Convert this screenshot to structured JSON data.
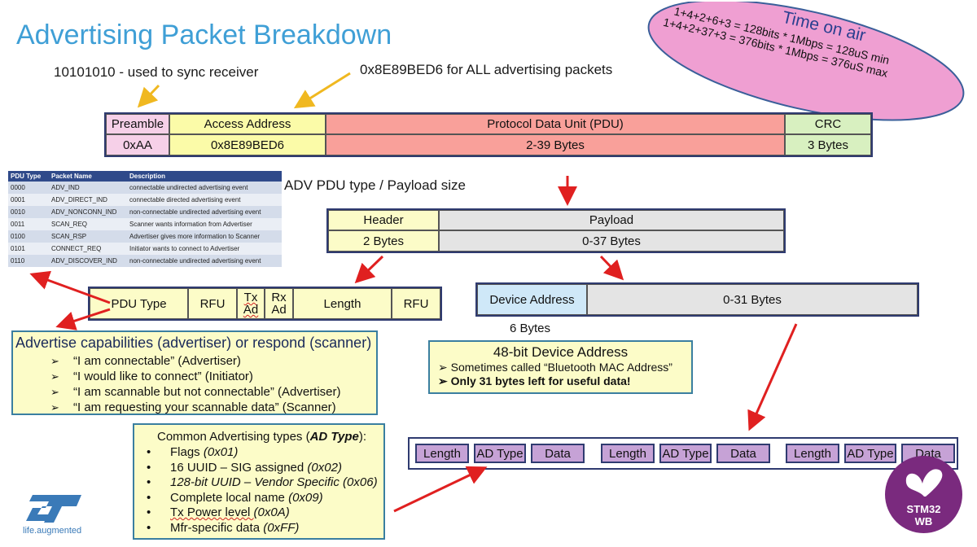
{
  "title": "Advertising Packet Breakdown",
  "notes": {
    "sync": "10101010 - used to sync receiver",
    "access": "0x8E89BED6 for ALL advertising packets",
    "adv_pdu": "ADV PDU type / Payload size",
    "six_bytes": "6 Bytes"
  },
  "time_on_air": {
    "title": "Time on air",
    "line1": "1+4+2+6+3 = 128bits * 1Mbps = 128uS min",
    "line2": "1+4+2+37+3 = 376bits * 1Mbps = 376uS max"
  },
  "packet": {
    "preamble": "Preamble",
    "preamble_val": "0xAA",
    "access": "Access Address",
    "access_val": "0x8E89BED6",
    "pdu": "Protocol Data Unit (PDU)",
    "pdu_val": "2-39 Bytes",
    "crc": "CRC",
    "crc_val": "3 Bytes"
  },
  "pdu_table": {
    "headers": [
      "PDU Type",
      "Packet Name",
      "Description"
    ],
    "rows": [
      [
        "0000",
        "ADV_IND",
        "connectable undirected advertising event"
      ],
      [
        "0001",
        "ADV_DIRECT_IND",
        "connectable directed advertising event"
      ],
      [
        "0010",
        "ADV_NONCONN_IND",
        "non-connectable undirected advertising event"
      ],
      [
        "0011",
        "SCAN_REQ",
        "Scanner wants information from Advertiser"
      ],
      [
        "0100",
        "SCAN_RSP",
        "Advertiser gives more information to Scanner"
      ],
      [
        "0101",
        "CONNECT_REQ",
        "Initiator wants to connect to Advertiser"
      ],
      [
        "0110",
        "ADV_DISCOVER_IND",
        "non-connectable undirected advertising event"
      ]
    ]
  },
  "pdu_struct": {
    "header": "Header",
    "header_val": "2 Bytes",
    "payload": "Payload",
    "payload_val": "0-37 Bytes"
  },
  "header_fields": {
    "pdu_type": "PDU Type",
    "rfu1": "RFU",
    "tx1": "Tx",
    "tx2": "Ad",
    "rx1": "Rx",
    "rx2": "Ad",
    "length": "Length",
    "rfu2": "RFU"
  },
  "payload_fields": {
    "device_address": "Device Address",
    "bytes": "0-31 Bytes"
  },
  "capabilities": {
    "title": "Advertise capabilities (advertiser) or respond (scanner)",
    "items": [
      "“I am connectable” (Advertiser)",
      "“I would like to connect” (Initiator)",
      "“I am scannable but not connectable” (Advertiser)",
      "“I am requesting your scannable data” (Scanner)"
    ]
  },
  "device_box": {
    "title": "48-bit Device Address",
    "line1": "Sometimes called “Bluetooth MAC Address”",
    "line2": "Only 31 bytes left for useful data!"
  },
  "ad_types": {
    "title_pre": "Common Advertising types (",
    "title_em": "AD Type",
    "title_post": "):",
    "items": [
      {
        "text": "Flags ",
        "code": "(0x01)"
      },
      {
        "text": "16 UUID – SIG assigned ",
        "code": "(0x02)"
      },
      {
        "text": "128-bit UUID – Vendor Specific (0x06)",
        "code": ""
      },
      {
        "text": "Complete local name ",
        "code": "(0x09)"
      },
      {
        "text": "Tx Power level ",
        "code": "(0x0A)"
      },
      {
        "text": "Mfr-specific data ",
        "code": "(0xFF)"
      }
    ]
  },
  "ad_structure": {
    "length": "Length",
    "ad_type": "AD Type",
    "data": "Data"
  },
  "logo": {
    "brand": "ST",
    "tagline": "life.augmented"
  },
  "badge": {
    "line1": "STM32",
    "line2": "WB"
  },
  "colors": {
    "title": "#3f9fd6",
    "arrow_red": "#e02020",
    "arrow_yellow": "#f0b820",
    "border": "#2f3b70"
  }
}
